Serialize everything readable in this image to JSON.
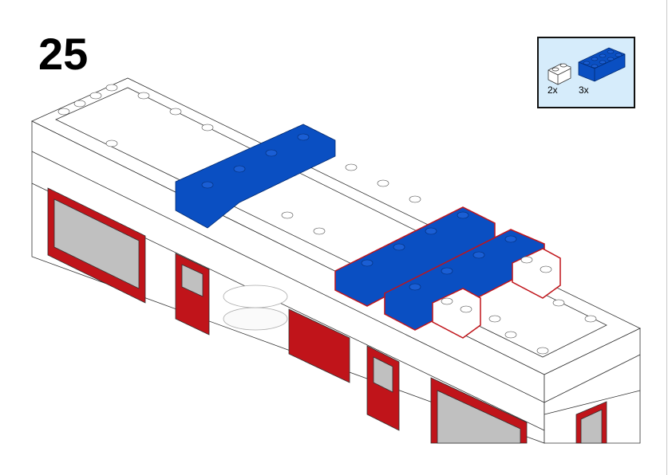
{
  "step": {
    "number": "25"
  },
  "parts_list": {
    "items": [
      {
        "part": "white-brick-1x2",
        "quantity": "2x",
        "color": "#ffffff"
      },
      {
        "part": "blue-brick-2x4",
        "quantity": "3x",
        "color": "#0a4fc2"
      }
    ]
  },
  "colors": {
    "blue": "#0a4fc2",
    "red": "#c0141a",
    "window": "#c0c0c0",
    "panel_bg": "#d6ecfb"
  }
}
